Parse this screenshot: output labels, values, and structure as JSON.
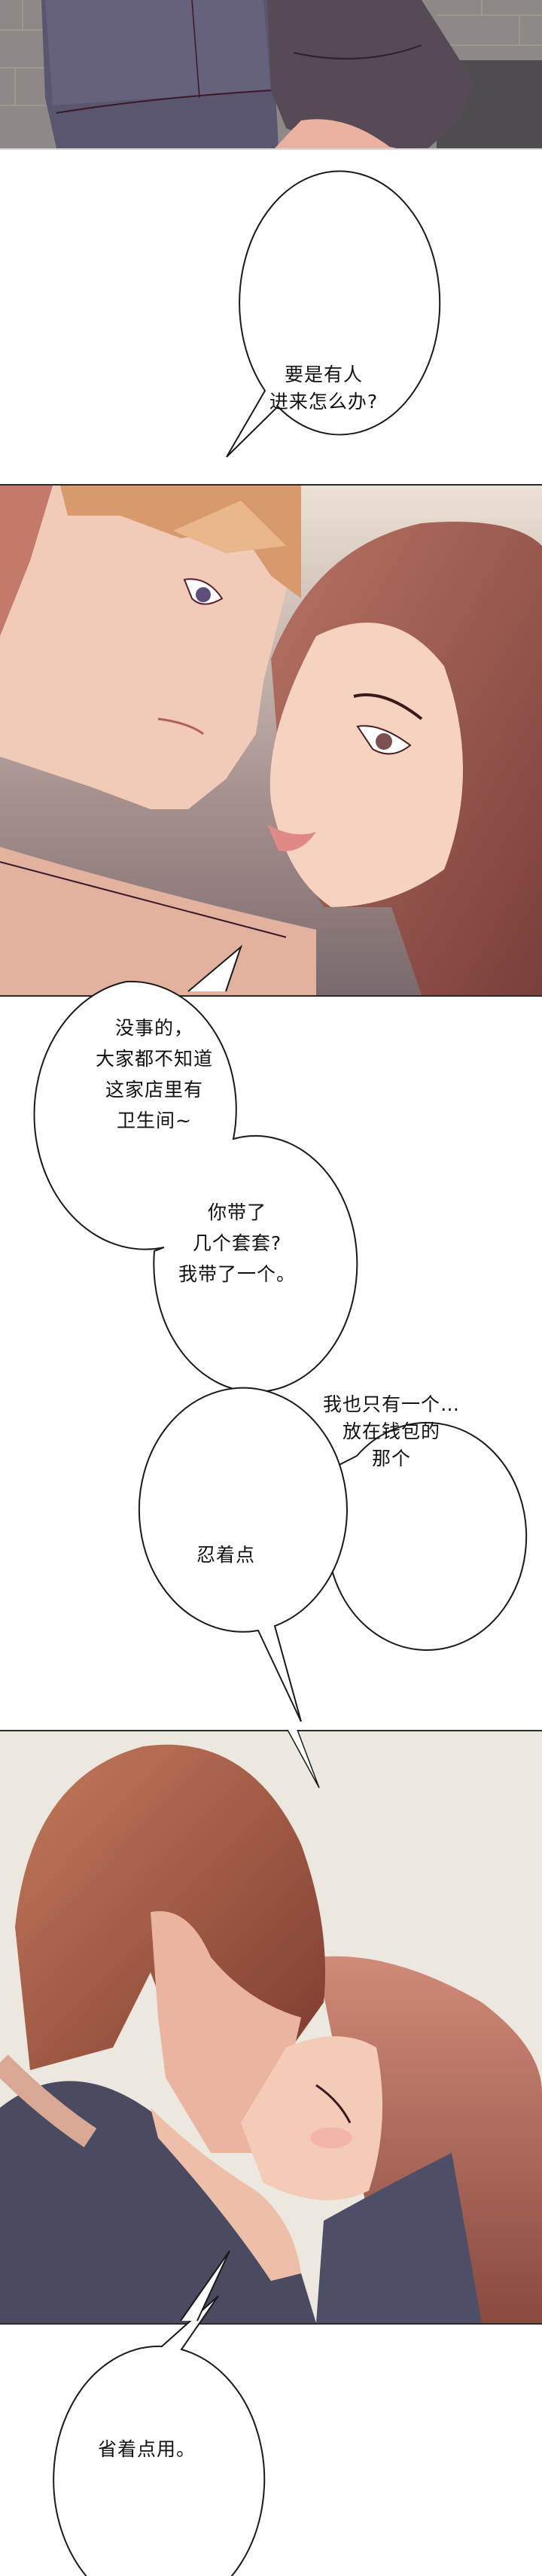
{
  "comic": {
    "format": "vertical-webtoon-strip",
    "colors": {
      "background": "#ffffff",
      "panel_border": "#2a2a2a",
      "bubble_fill": "#ffffff",
      "bubble_stroke": "#1a1a1a",
      "text": "#111111",
      "skin": "#f2c6b4",
      "hair_brown": "#9c5a4a",
      "hair_blond": "#d99a6a",
      "clothing_dark": "#4e4a5e",
      "wall_gray": "#8a8482"
    },
    "panels": [
      {
        "id": "panel-1",
        "description": "close-up of man's dark trousers and woman's dark ruffled skirt against gray brick wall"
      },
      {
        "id": "panel-2",
        "description": "man and woman faces close together, woman smiling"
      },
      {
        "id": "panel-3",
        "description": "man and woman kissing, embracing"
      }
    ],
    "bubbles": [
      {
        "id": "bubble-1",
        "lines": [
          "要是有人",
          "进来怎么办?"
        ]
      },
      {
        "id": "bubble-2",
        "lines": [
          "没事的，",
          "大家都不知道",
          "这家店里有",
          "卫生间~"
        ]
      },
      {
        "id": "bubble-3",
        "lines": [
          "你带了",
          "几个套套?",
          "我带了一个。"
        ]
      },
      {
        "id": "bubble-4",
        "lines": [
          "我也只有一个…",
          "放在钱包的",
          "那个"
        ]
      },
      {
        "id": "bubble-5",
        "lines": [
          "忍着点"
        ]
      },
      {
        "id": "bubble-6",
        "lines": [
          "省着点用。"
        ]
      }
    ]
  }
}
